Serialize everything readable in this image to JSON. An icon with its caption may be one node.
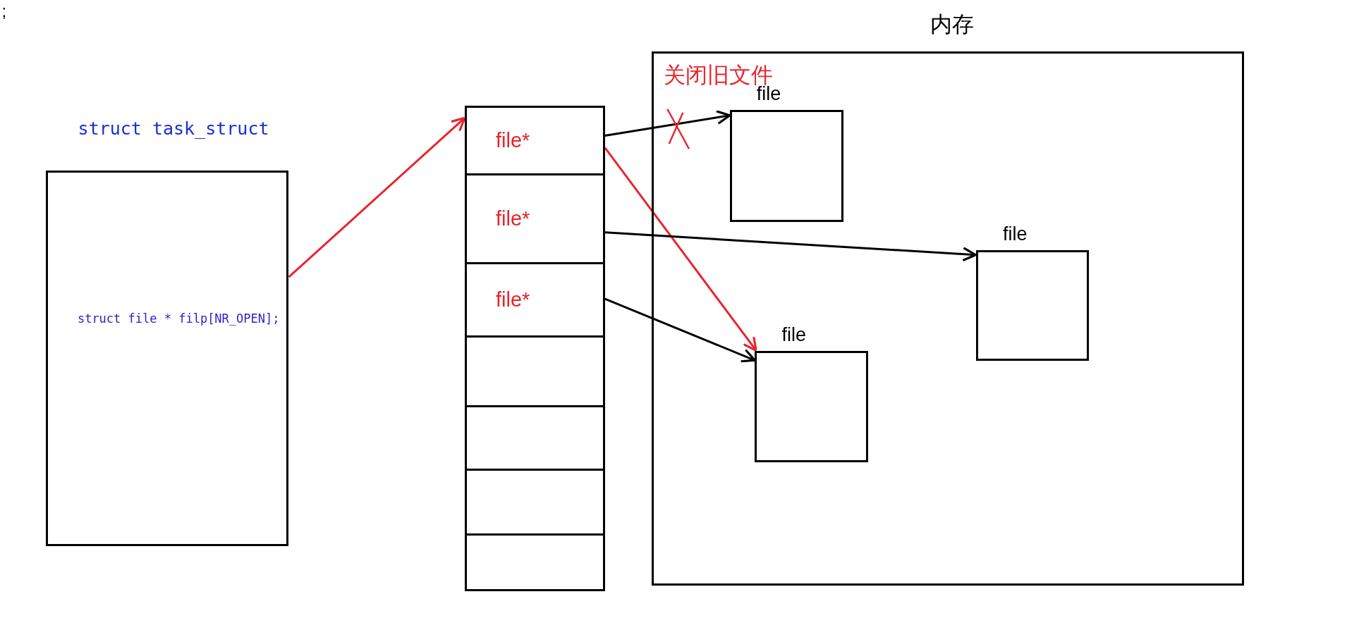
{
  "diagram": {
    "nodes": [
      {
        "text": [
          "struct task_struct",
          "struct file * filp[NR_OPEN];"
        ]
      },
      {
        "text": [],
        "shape": "box"
      },
      {
        "text": [
          "file*"
        ],
        "in": 1
      },
      {
        "text": [
          "file*"
        ],
        "in": 1
      },
      {
        "text": [
          "file*"
        ],
        "in": 1
      },
      {
        "text": [],
        "shape": "box",
        "in": 1
      },
      {
        "text": [],
        "shape": "box",
        "in": 1
      },
      {
        "text": [],
        "shape": "box",
        "in": 1
      },
      {
        "text": [],
        "shape": "box",
        "in": 1
      },
      {
        "text": [
          "内存"
        ]
      },
      {
        "text": [
          "file"
        ],
        "in": 9
      },
      {
        "text": [
          "file"
        ],
        "in": 9
      },
      {
        "text": [
          "file"
        ],
        "in": 9
      }
    ],
    "edges": [
      {
        "from": 0,
        "to": 1,
        "arrow": "to",
        "color": "#e8242c"
      },
      {
        "from": 2,
        "to": 12,
        "arrow": "to",
        "color": "#e8242c"
      },
      {
        "from": 2,
        "to": 10,
        "arrow": "to"
      },
      {
        "from": 3,
        "to": 11,
        "arrow": "to"
      },
      {
        "from": 4,
        "to": 12,
        "arrow": "to"
      }
    ],
    "labels": [
      ";",
      "关闭旧文件"
    ]
  }
}
